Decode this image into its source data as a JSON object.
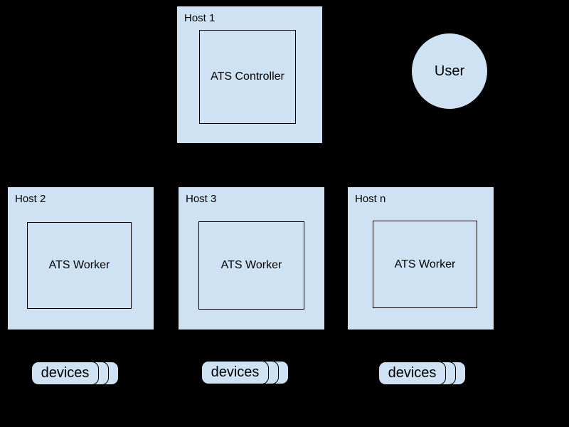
{
  "colors": {
    "background": "#000000",
    "node_fill": "#cfe2f3",
    "node_border": "#000000",
    "text": "#000000"
  },
  "diagram": {
    "controller_host": {
      "label": "Host 1",
      "inner_label": "ATS Controller"
    },
    "user": {
      "label": "User"
    },
    "worker_hosts": [
      {
        "label": "Host 2",
        "inner_label": "ATS Worker"
      },
      {
        "label": "Host 3",
        "inner_label": "ATS Worker"
      },
      {
        "label": "Host n",
        "inner_label": "ATS Worker"
      }
    ],
    "device_stacks": [
      {
        "label": "devices"
      },
      {
        "label": "devices"
      },
      {
        "label": "devices"
      }
    ]
  }
}
